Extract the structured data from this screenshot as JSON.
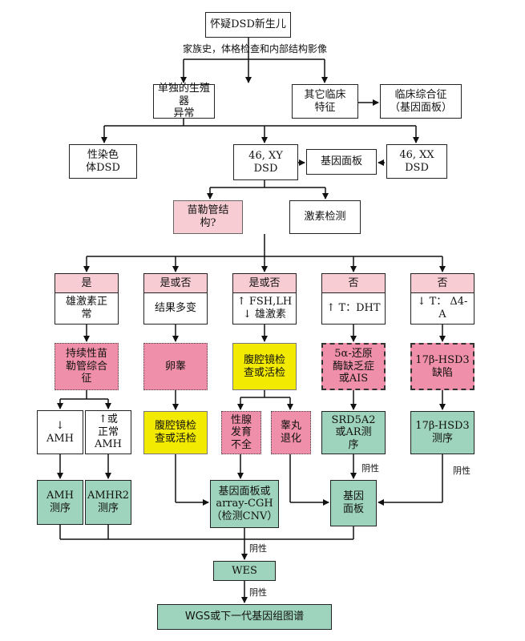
{
  "title_node": "怀疑DSD新生儿",
  "edge_labels": {
    "exam": "家族史，体格检查和内部结构影像",
    "negative": "阴性"
  },
  "nodes": {
    "isolated_genital": "单独的生殖器\n异常",
    "other_features": "其它临床\n特征",
    "syndrome_panel": "临床综合征\n（基因面板）",
    "sex_chrom_dsd": "性染色\n体DSD",
    "xy_dsd": "46, XY\nDSD",
    "gene_panel_mid": "基因面板",
    "xx_dsd": "46, XX\nDSD",
    "mullerian": "苗勒管结\n构?",
    "hormone_test": "激素检测"
  },
  "branches": [
    {
      "head": "是",
      "body": "雄激素正\n常"
    },
    {
      "head": "是或否",
      "body": "结果多变"
    },
    {
      "head": "是或否",
      "body": "↑ FSH,LH\n↓ 雄激素"
    },
    {
      "head": "否",
      "body": "↑ T：DHT"
    },
    {
      "head": "否",
      "body": "↓ T： Δ4-\nA"
    }
  ],
  "diagnoses": {
    "pmds": "持续性苗\n勒管综合\n征",
    "ovotestis": "卵睾",
    "laparoscopy_a": "腹腔镜检\n查或活检",
    "srd5a2_ais": "5α-还原\n酶缺乏症\n或AIS",
    "hsd17b3_def": "17β-HSD3\n缺陷"
  },
  "level5": {
    "amh_low": "↓\nAMH",
    "amh_high": "↑或\n正常\nAMH",
    "laparoscopy_b": "腹腔镜检\n查或活检",
    "gonadal_dysgenesis": "性腺\n发育\n不全",
    "testicular_regression": "睾丸\n退化",
    "srd5a2_ar_seq": "SRD5A2\n或AR测\n序",
    "hsd17b3_seq": "17β-HSD3\n测序"
  },
  "tests": {
    "amh_seq": "AMH\n测序",
    "amhr2_seq": "AMHR2\n测序",
    "cnv": "基因面板或\narray-CGH\n（检测CNV）",
    "gene_panel_bottom": "基因\n面板",
    "wes": "WES",
    "wgs": "WGS或下一代基因组图谱"
  }
}
